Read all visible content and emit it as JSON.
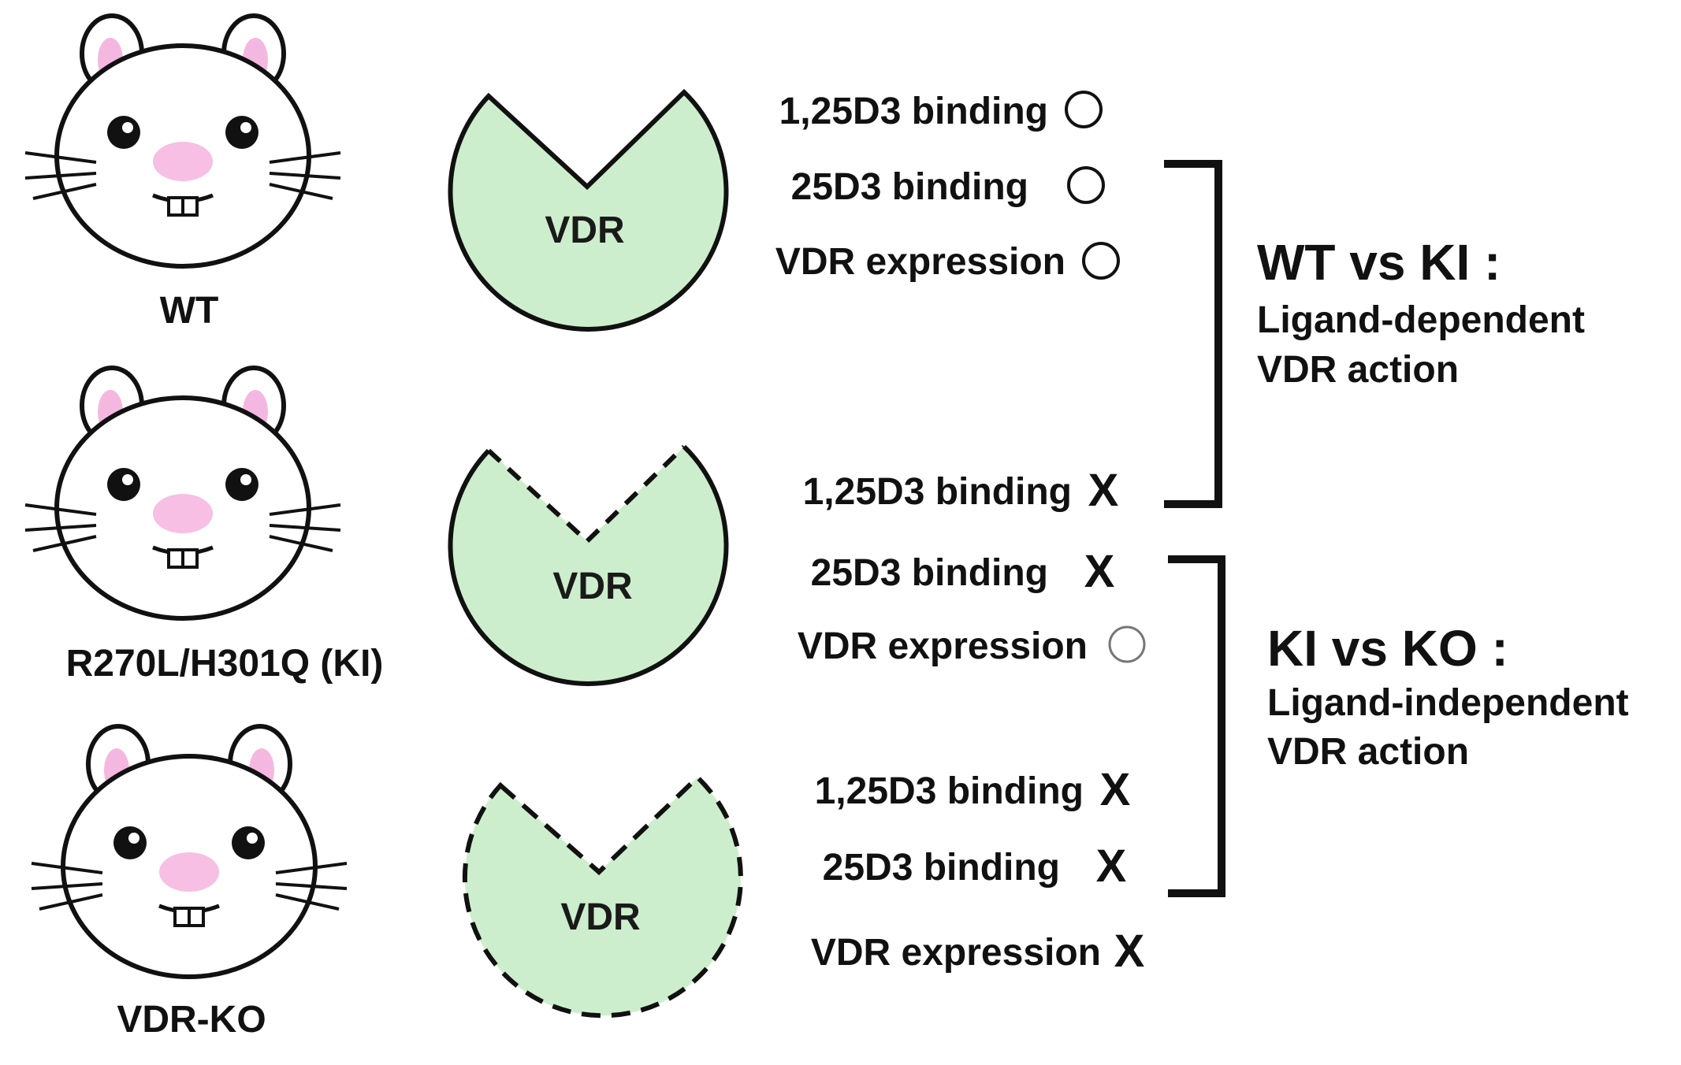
{
  "mice": [
    {
      "label": "WT"
    },
    {
      "label": "R270L/H301Q (KI)"
    },
    {
      "label": "VDR-KO"
    }
  ],
  "receptor_label": "VDR",
  "colors": {
    "receptor_fill": "#cdeecc",
    "ear_inner": "#f4b8e0",
    "nose": "#f6bfe3",
    "line": "#111111"
  },
  "groups": [
    {
      "receptor_state": "intact",
      "properties": [
        {
          "text": "1,25D3 binding",
          "mark": "circle"
        },
        {
          "text": "25D3 binding",
          "mark": "circle"
        },
        {
          "text": "VDR expression",
          "mark": "circle"
        }
      ]
    },
    {
      "receptor_state": "dashed-pocket",
      "properties": [
        {
          "text": "1,25D3 binding",
          "mark": "X"
        },
        {
          "text": "25D3 binding",
          "mark": "X"
        },
        {
          "text": "VDR expression",
          "mark": "circle"
        }
      ]
    },
    {
      "receptor_state": "fully-dashed",
      "properties": [
        {
          "text": "1,25D3 binding",
          "mark": "X"
        },
        {
          "text": "25D3 binding",
          "mark": "X"
        },
        {
          "text": "VDR expression",
          "mark": "X"
        }
      ]
    }
  ],
  "comparisons": [
    {
      "title": "WT vs KI :",
      "line1": "Ligand-dependent",
      "line2": "VDR action"
    },
    {
      "title": "KI vs KO :",
      "line1": "Ligand-independent",
      "line2": "VDR action"
    }
  ]
}
